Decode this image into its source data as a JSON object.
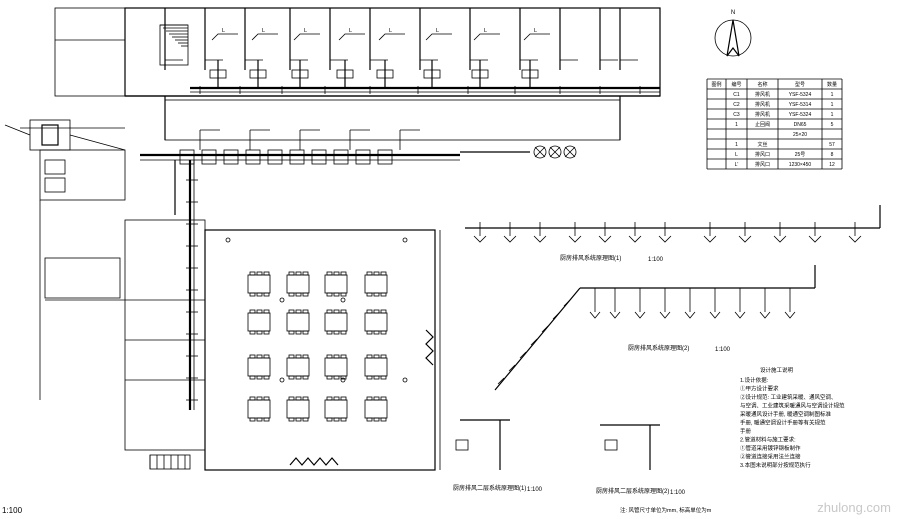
{
  "north_label": "N",
  "plan_scale_label": "1:100",
  "watermark": "zhulong.com",
  "equipment_table": {
    "headers": [
      "图例",
      "编号",
      "名称",
      "型号",
      "数量"
    ],
    "rows": [
      [
        "",
        "C1",
        "排风机",
        "YSF-5324",
        "1"
      ],
      [
        "",
        "C2",
        "排风机",
        "YSF-5314",
        "1"
      ],
      [
        "",
        "C3",
        "排风机",
        "YSF-5324",
        "1"
      ],
      [
        "",
        "1",
        "止回阀",
        "DN65",
        "5"
      ],
      [
        "",
        "",
        "",
        "25×20",
        ""
      ],
      [
        "",
        "1",
        "文丝",
        "",
        "57"
      ],
      [
        "",
        "L",
        "排风口",
        "25号",
        "8"
      ],
      [
        "",
        "L'",
        "排风口",
        "1230×450",
        "12"
      ]
    ]
  },
  "system_captions": {
    "top_right": "厨房排风系统原理图(1)",
    "middle_right": "厨房排风系统原理图(2)",
    "bottom_left": "厨房排风二层系统原理图(1)",
    "bottom_middle": "厨房排风二层系统原理图(2)",
    "scale_small": "1:100"
  },
  "design_notes": {
    "title": "设计施工说明",
    "lines": [
      "1.设计依据:",
      "①甲方设计要求",
      "②设计规范: 工业建筑采暖、通风空调、",
      "   与空调、工业建筑采暖通风与空调设计规范",
      "   采暖通风设计手册, 暖通空调制图标准",
      "   手册, 暖通空调设计手册等有关规范",
      "   手册",
      "2.管道材料与施工要求:",
      "①管道采用镀锌钢板制作",
      "②管道连接采用法兰连接",
      "3.本图未说明部分按规范执行"
    ]
  },
  "footer_note": "注: 风管尺寸单位为mm, 标高单位为m"
}
